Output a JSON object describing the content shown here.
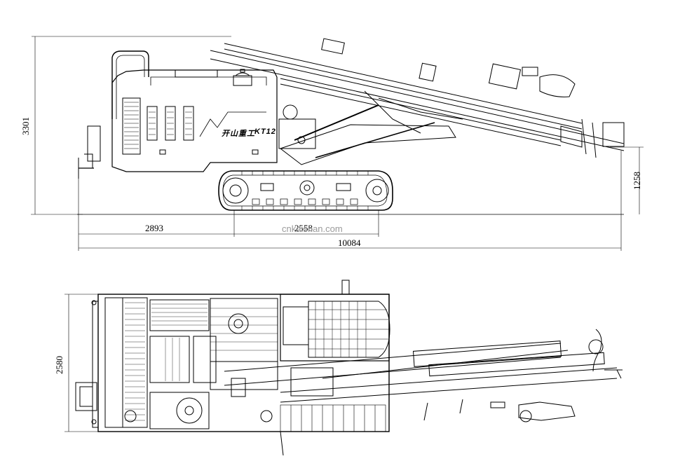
{
  "dimensions": {
    "overall_height": "3301",
    "track_height": "1258",
    "front_overhang": "2893",
    "track_length": "2558",
    "overall_length": "10084",
    "overall_width": "2580"
  },
  "branding": {
    "logo_text": "开山重工",
    "model": "KT12"
  },
  "watermark": "cnkaishan.com",
  "colors": {
    "line": "#000000",
    "background": "#ffffff",
    "watermark": "#9a9a9a"
  }
}
